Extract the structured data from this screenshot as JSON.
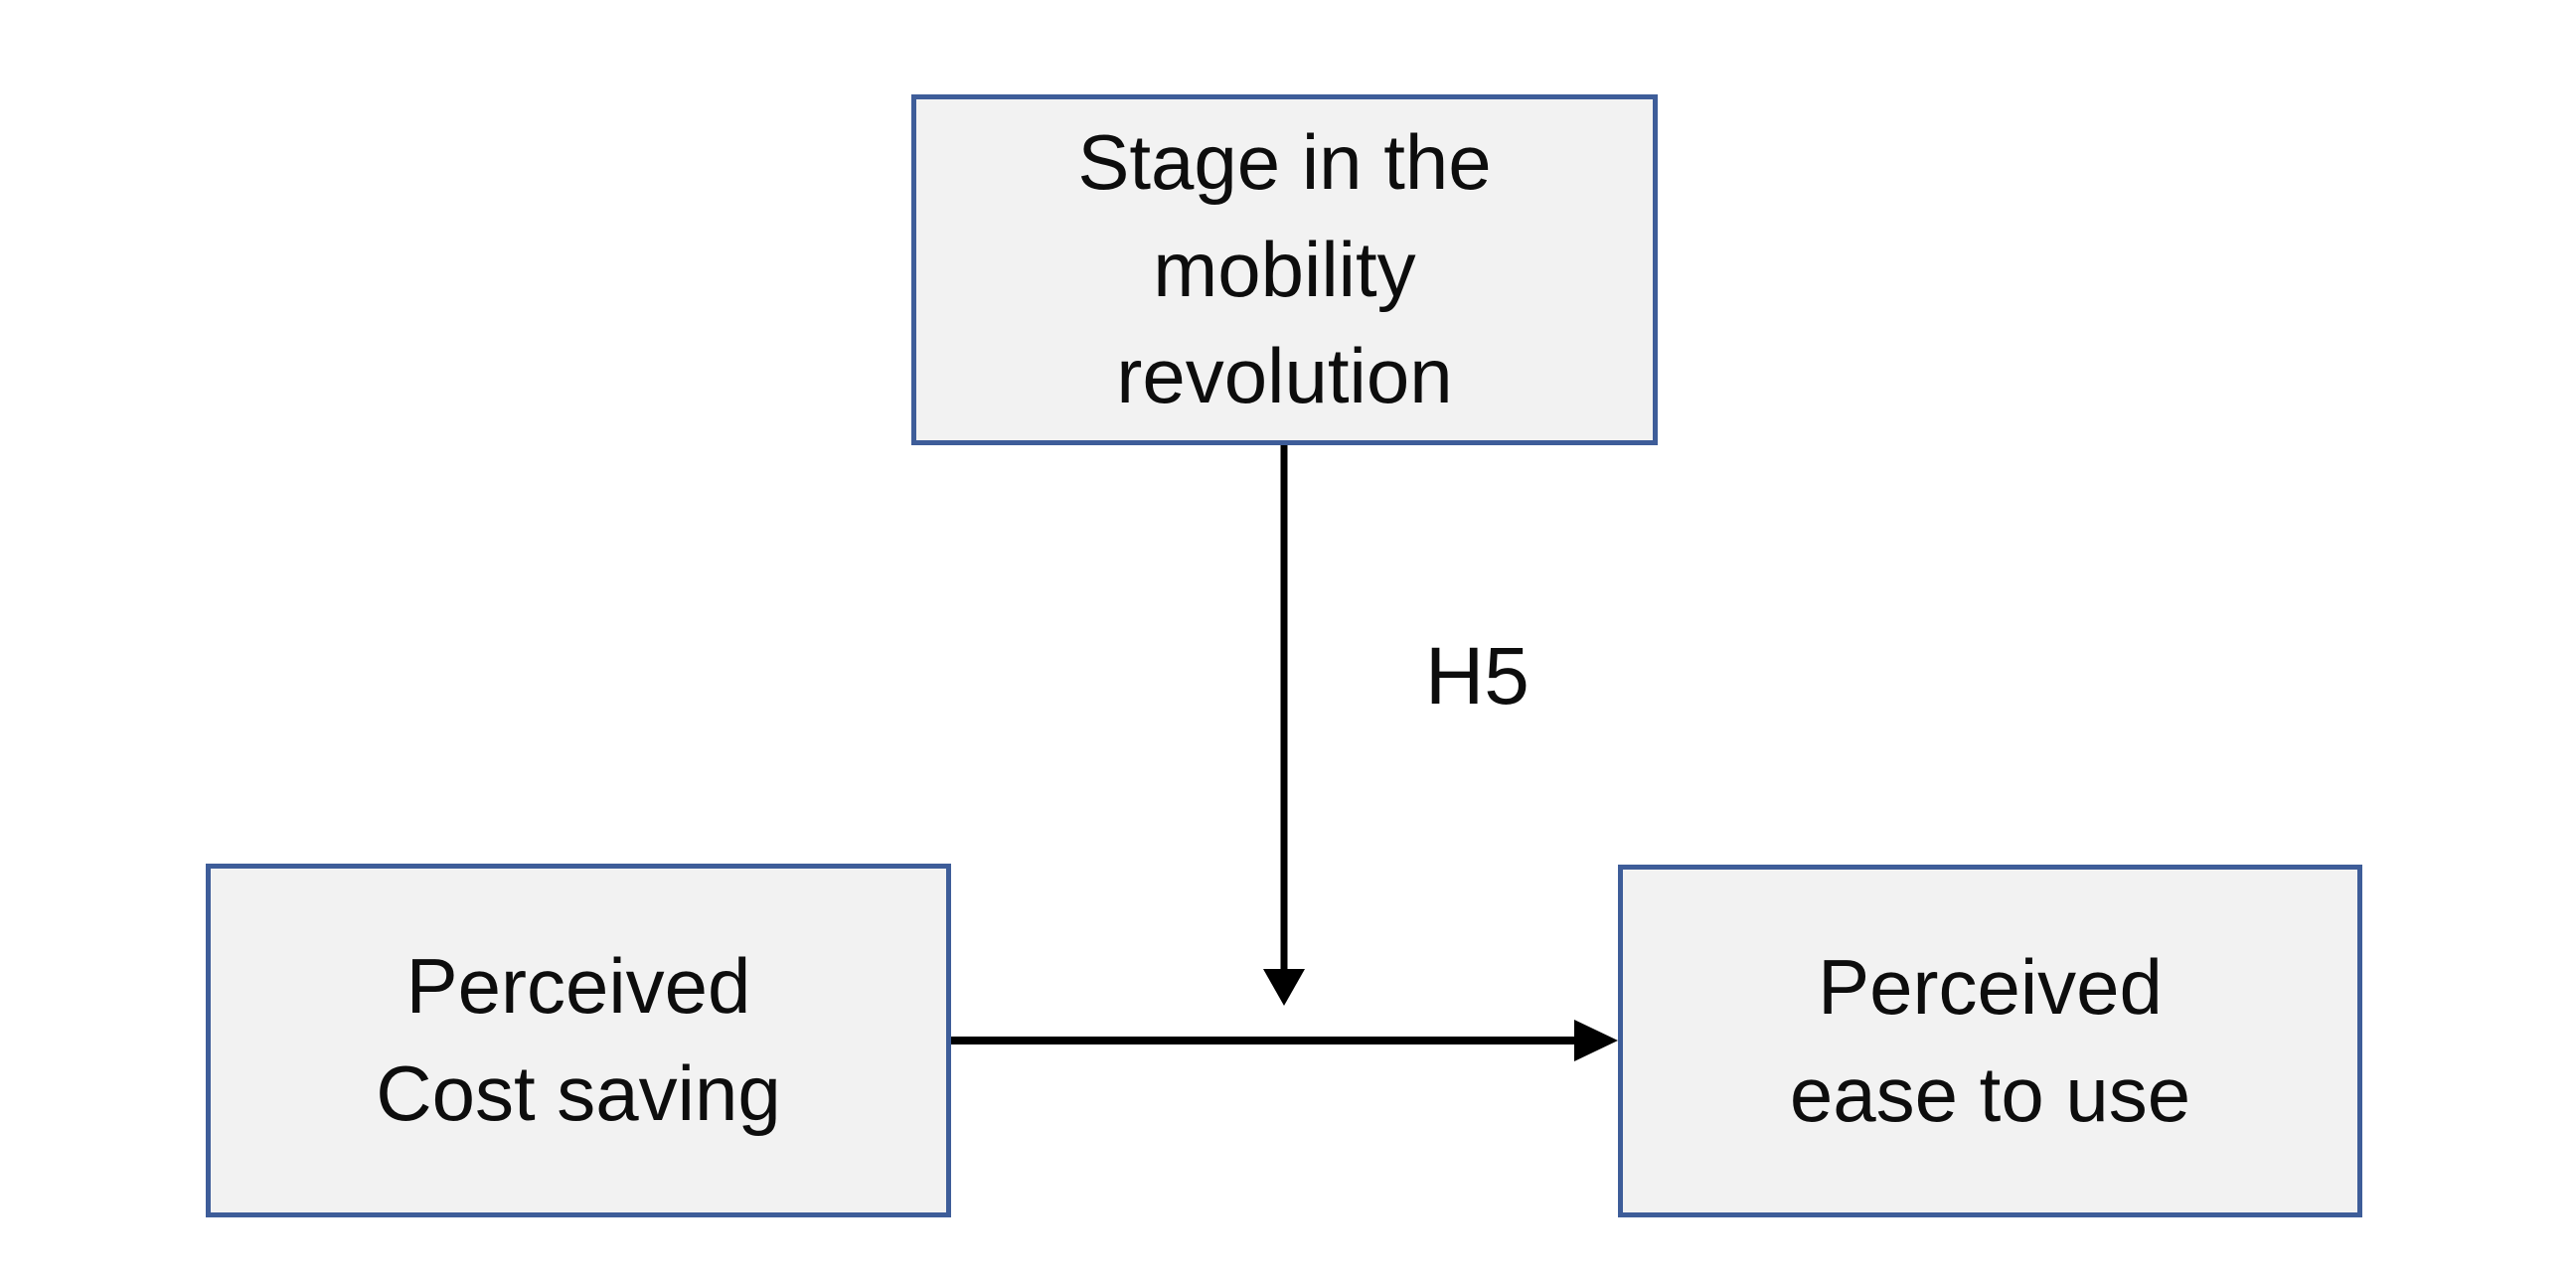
{
  "diagram": {
    "type": "moderation-model",
    "nodes": [
      {
        "id": "stage-in-the-mobility-revolution",
        "label": "Stage in the\nmobility\nrevolution"
      },
      {
        "id": "perceived-cost-saving",
        "label": "Perceived\nCost saving"
      },
      {
        "id": "perceived-ease-to-use",
        "label": "Perceived\nease to use"
      }
    ],
    "edges": [
      {
        "id": "moderation-arrow",
        "from": "stage-in-the-mobility-revolution",
        "to": "main-effect-arrow",
        "label": "H5",
        "direction": "down"
      },
      {
        "id": "main-effect-arrow",
        "from": "perceived-cost-saving",
        "to": "perceived-ease-to-use",
        "label": "",
        "direction": "right"
      }
    ],
    "colors": {
      "background": "#ffffff",
      "box_fill": "#f2f2f2",
      "box_border": "#3e5d99",
      "arrow": "#000000",
      "text": "#0d0d0d"
    }
  }
}
